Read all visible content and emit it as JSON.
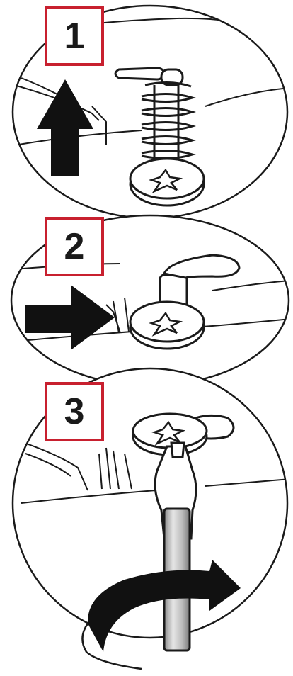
{
  "steps": [
    {
      "number": "1",
      "icon": "arrow-up-icon"
    },
    {
      "number": "2",
      "icon": "arrow-right-icon"
    },
    {
      "number": "3",
      "icon": "rotate-clockwise-icon"
    }
  ],
  "colors": {
    "label_border": "#c8202f",
    "line": "#1a1a1a",
    "screwdriver_shaft": "#c9c9c9"
  }
}
